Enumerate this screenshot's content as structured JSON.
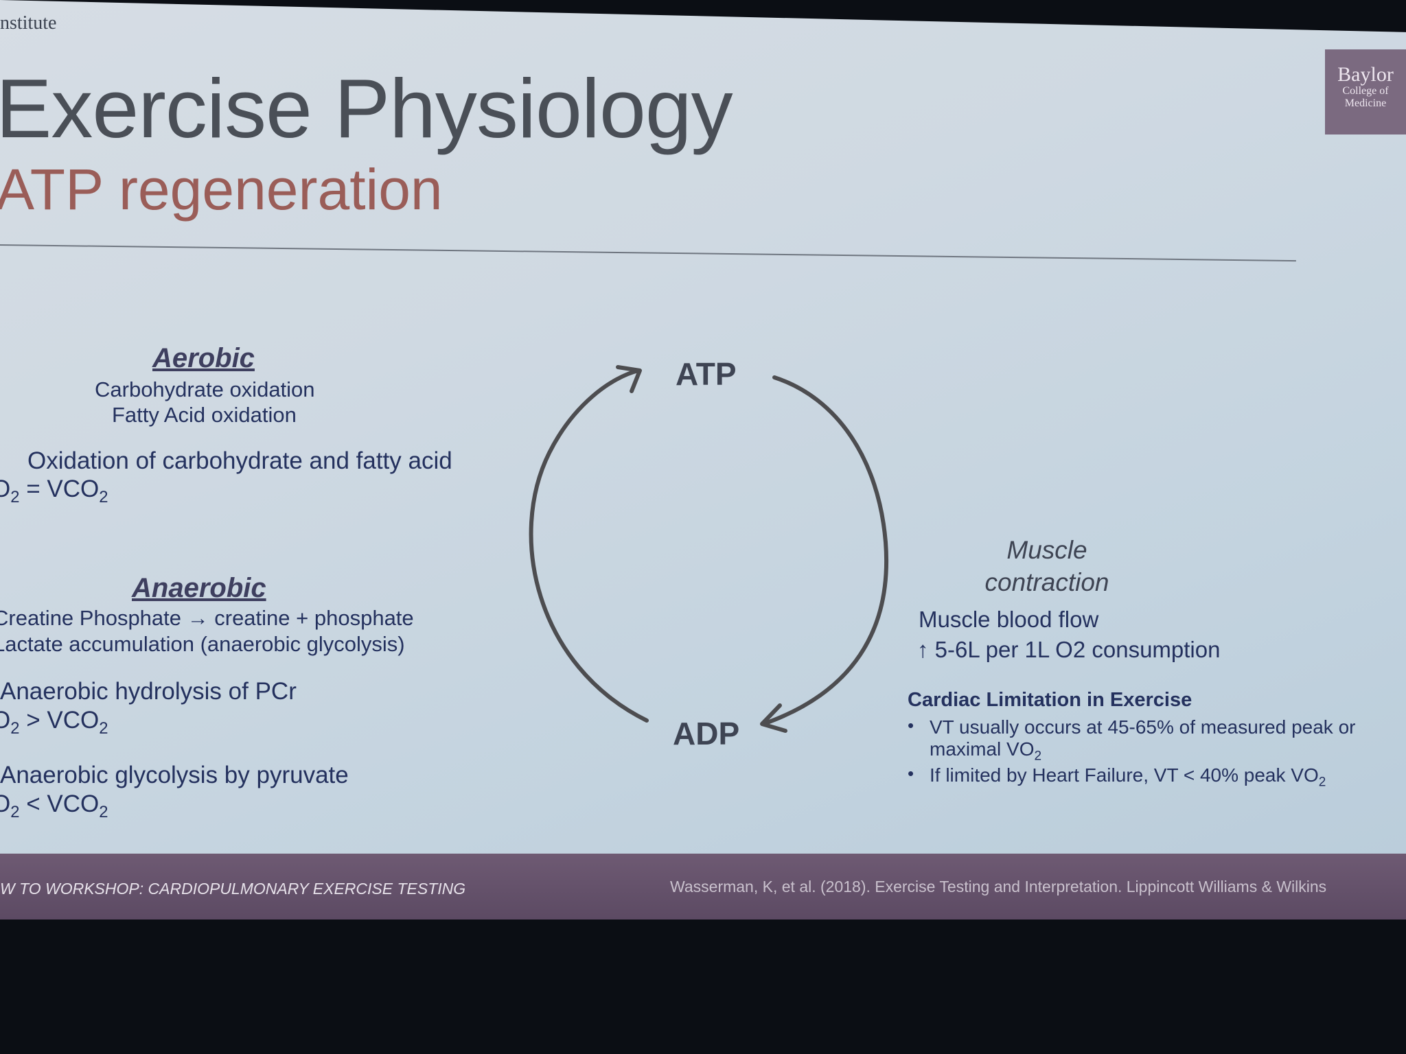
{
  "header": {
    "institute": "nstitute",
    "title": "Exercise Physiology",
    "subtitle": "ATP regeneration",
    "logo": {
      "line1": "Baylor",
      "line2": "College of",
      "line3": "Medicine"
    }
  },
  "aerobic": {
    "heading": "Aerobic",
    "line1": "Carbohydrate oxidation",
    "line2": "Fatty Acid oxidation",
    "line3": "Oxidation of carbohydrate and fatty acid",
    "eq_a": "O",
    "eq_b": " = VCO"
  },
  "anaerobic": {
    "heading": "Anaerobic",
    "line1": "Creatine Phosphate → creatine + phosphate",
    "line2": "Lactate accumulation (anaerobic glycolysis)",
    "line3": "Anaerobic hydrolysis of PCr",
    "eq1_a": "O",
    "eq1_b": " > VCO",
    "line4": "Anaerobic glycolysis by pyruvate",
    "eq2_a": "O",
    "eq2_b": " < VCO",
    "sub": "2"
  },
  "cycle": {
    "top": "ATP",
    "bottom": "ADP"
  },
  "muscle": {
    "heading_1": "Muscle",
    "heading_2": "contraction",
    "flow_1": "Muscle blood flow",
    "flow_2": "↑ 5-6L per 1L O2 consumption"
  },
  "cardiac": {
    "heading": "Cardiac Limitation in Exercise",
    "bullet": "•",
    "b1_line1": "VT usually occurs at 45-65% of measured peak or",
    "b1_line2": "maximal VO",
    "b2": "If limited by Heart Failure, VT < 40% peak VO"
  },
  "footer": {
    "left": "W TO WORKSHOP: CARDIOPULMONARY EXERCISE TESTING",
    "right": "Wasserman, K, et al. (2018). Exercise Testing and Interpretation. Lippincott Williams & Wilkins"
  }
}
